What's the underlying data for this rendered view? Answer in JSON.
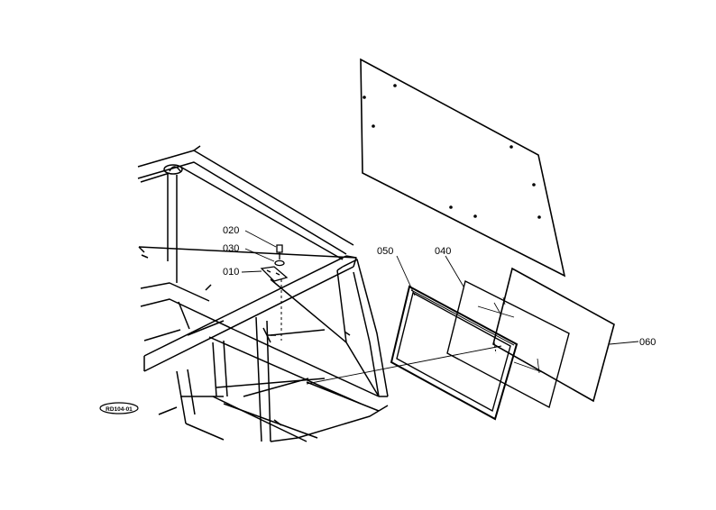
{
  "diagram": {
    "labels": {
      "p020": "020",
      "p030": "030",
      "p010": "010",
      "p050": "050",
      "p040": "040",
      "p060": "060"
    },
    "reference_code": "RD104-01"
  }
}
